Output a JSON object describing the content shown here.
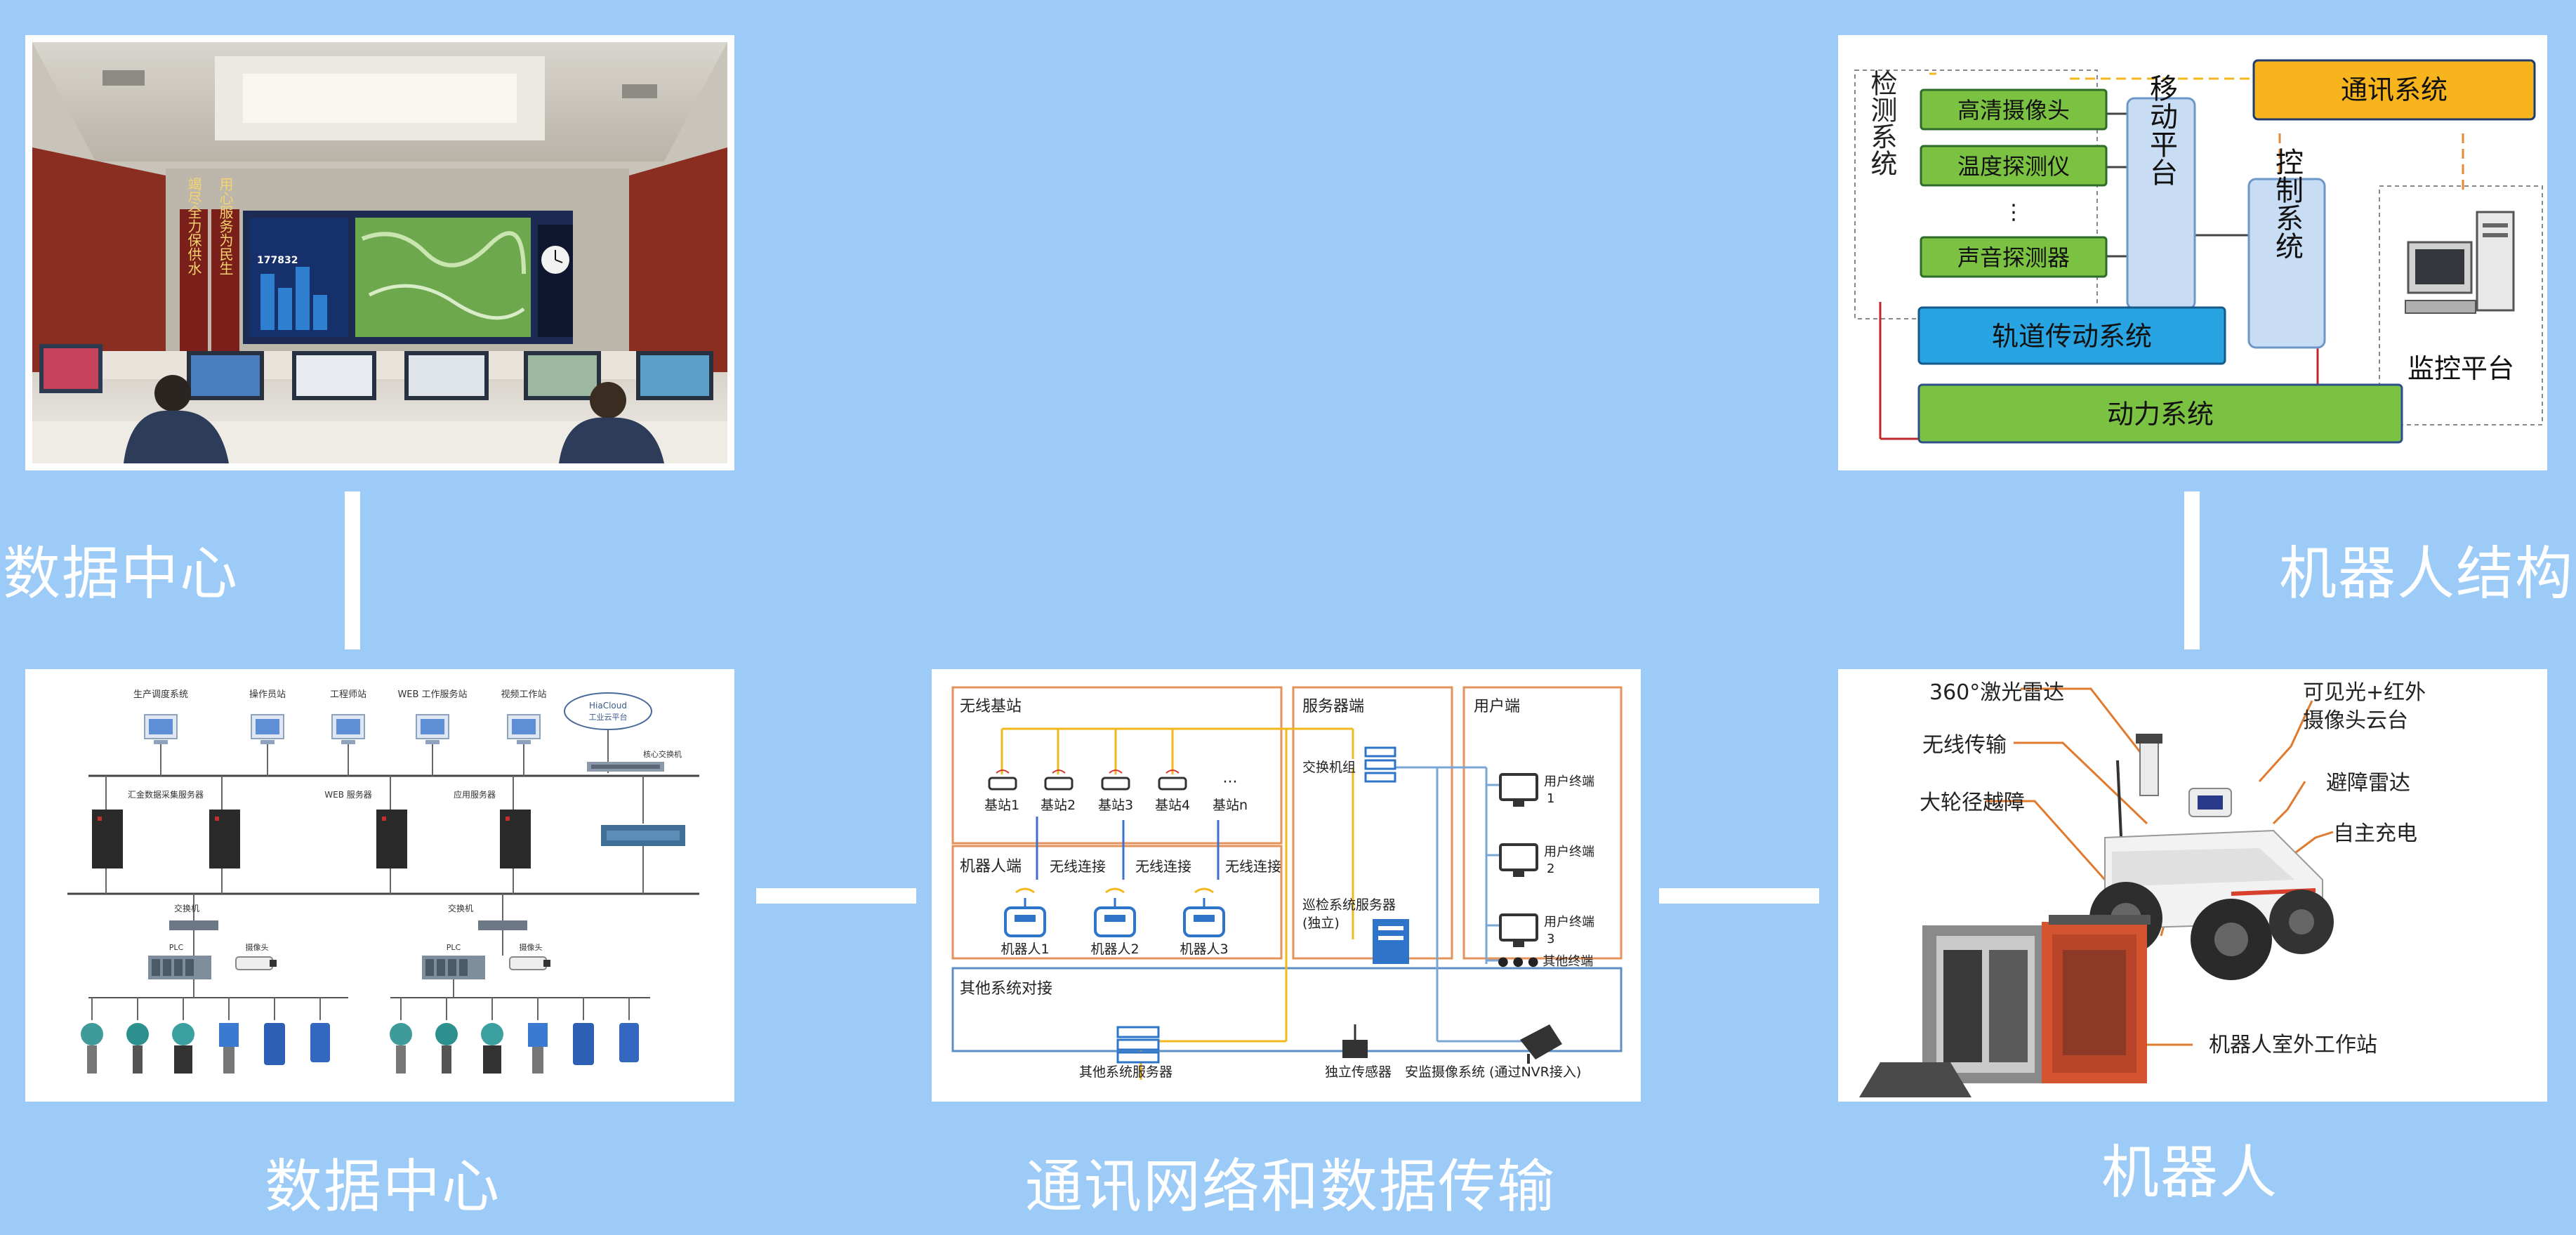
{
  "colors": {
    "background": "#9ccbf8",
    "green_box": "#7cc242",
    "blue_box": "#27a4e1",
    "orange_box": "#f7b41c",
    "light_blue_box": "#c8dcf3",
    "orange_frame": "#e4935a",
    "blue_frame": "#5b8fc7",
    "wire_yellow": "#f2b81e"
  },
  "labels": {
    "data_center_side": "数据中心",
    "data_center_bottom": "数据中心",
    "comm_bottom": "通讯网络和数据传输",
    "robot_structure_side": "机器人结构",
    "robot_bottom": "机器人"
  },
  "photo": {
    "banner_left": "竭尽全力保供水",
    "banner_right": "用心服务为民生",
    "counter": "177832"
  },
  "network": {
    "cloud_line1": "HiaCloud",
    "cloud_line2": "工业云平台",
    "core_switch": "核心交换机",
    "workstations": [
      "生产调度系统",
      "操作员站",
      "工程师站",
      "WEB 工作服务站",
      "视频工作站"
    ],
    "servers": [
      "汇金数据采集服务器",
      "WEB 服务器",
      "应用服务器"
    ],
    "switch_left": "交换机",
    "switch_right": "交换机",
    "plc_left": "PLC",
    "plc_right": "PLC",
    "camera_left": "摄像头",
    "camera_right": "摄像头"
  },
  "comm": {
    "wireless_title": "无线基站",
    "stations": [
      "基站1",
      "基站2",
      "基站3",
      "基站4",
      "基站n"
    ],
    "ellipsis": "···",
    "robot_side_title": "机器人端",
    "link_label": "无线连接",
    "robots": [
      "机器人1",
      "机器人2",
      "机器人3"
    ],
    "server_title": "服务器端",
    "switch_group": "交换机组",
    "inspect_server_line1": "巡检系统服务器",
    "inspect_server_line2": "(独立)",
    "user_title": "用户端",
    "user_terminal": "用户终端",
    "terminal_nums": [
      "1",
      "2",
      "3"
    ],
    "other_terminals": "● ● ● 其他终端",
    "other_title": "其他系统对接",
    "other_server": "其他系统服务器",
    "sensor": "独立传感器",
    "camera_system": "安监摄像系统 (通过NVR接入)"
  },
  "structure": {
    "detect_system": "检测系统",
    "items": [
      "高清摄像头",
      "温度探测仪",
      "⋮",
      "声音探测器"
    ],
    "mobile_platform": "移动平台",
    "track_system": "轨道传动系统",
    "power_system": "动力系统",
    "comm_system": "通讯系统",
    "control_system": "控制系统",
    "monitor_platform": "监控平台"
  },
  "robot": {
    "lidar": "360°激光雷达",
    "visible_ir_line1": "可见光+红外",
    "visible_ir_line2": "摄像头云台",
    "wireless": "无线传输",
    "obstacle_radar": "避障雷达",
    "big_wheel": "大轮径越障",
    "auto_charge": "自主充电",
    "station": "机器人室外工作站"
  }
}
